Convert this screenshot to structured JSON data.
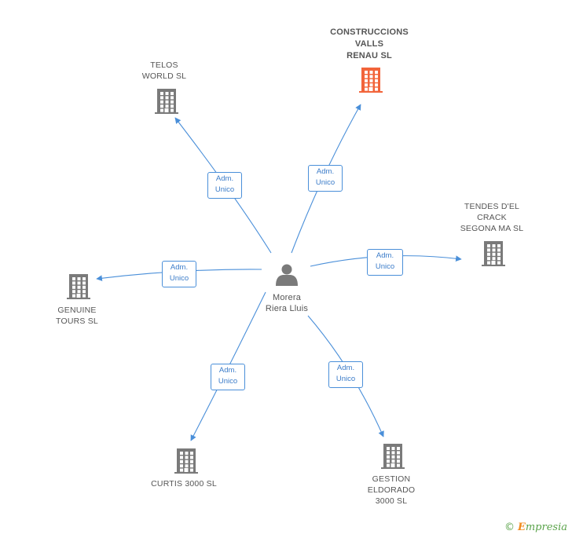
{
  "colors": {
    "edge": "#4a8fd9",
    "building": "#7a7a7a",
    "building_highlight": "#f2643a",
    "person": "#7a7a7a",
    "badge_border": "#4a8fd9",
    "badge_text": "#3b7cc9",
    "label_text": "#555555"
  },
  "center": {
    "icon": "person-icon",
    "name_lines": [
      "Morera",
      "Riera Lluis"
    ]
  },
  "companies": [
    {
      "id": "construccions",
      "lines": [
        "CONSTRUCCIONS",
        "VALLS",
        "RENAU SL"
      ],
      "highlight": true,
      "icon": "building-icon"
    },
    {
      "id": "telos",
      "lines": [
        "TELOS",
        "WORLD  SL"
      ],
      "highlight": false,
      "icon": "building-icon"
    },
    {
      "id": "tendes",
      "lines": [
        "TENDES D'EL",
        "CRACK",
        "SEGONA MA SL"
      ],
      "highlight": false,
      "icon": "building-icon"
    },
    {
      "id": "genuine",
      "lines": [
        "GENUINE",
        "TOURS SL"
      ],
      "highlight": false,
      "icon": "building-icon"
    },
    {
      "id": "curtis",
      "lines": [
        "CURTIS 3000 SL"
      ],
      "highlight": false,
      "icon": "building-icon"
    },
    {
      "id": "gestion",
      "lines": [
        "GESTION",
        "ELDORADO",
        "3000 SL"
      ],
      "highlight": false,
      "icon": "building-icon"
    }
  ],
  "relations": [
    {
      "to": "telos",
      "role_lines": [
        "Adm.",
        "Unico"
      ]
    },
    {
      "to": "construccions",
      "role_lines": [
        "Adm.",
        "Unico"
      ]
    },
    {
      "to": "tendes",
      "role_lines": [
        "Adm.",
        "Unico"
      ]
    },
    {
      "to": "genuine",
      "role_lines": [
        "Adm.",
        "Unico"
      ]
    },
    {
      "to": "curtis",
      "role_lines": [
        "Adm.",
        "Unico"
      ]
    },
    {
      "to": "gestion",
      "role_lines": [
        "Adm.",
        "Unico"
      ]
    }
  ],
  "footer": {
    "copyright": "©",
    "brand_initial": "E",
    "brand_rest": "mpresia"
  }
}
